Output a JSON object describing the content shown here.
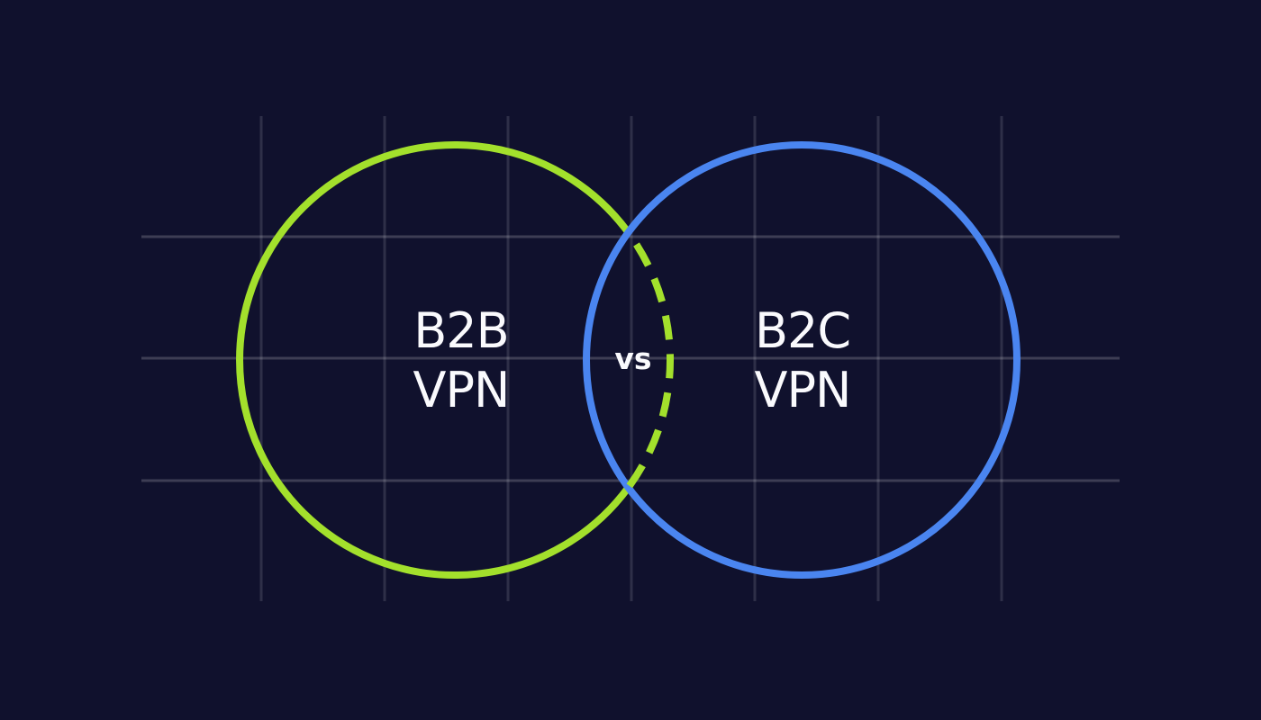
{
  "colors": {
    "background": "#10112D",
    "left_circle_stroke": "#A3E02C",
    "right_circle_stroke": "#4A85F0",
    "label_text": "#FAFAFD"
  },
  "venn": {
    "left": {
      "line1": "B2B",
      "line2": "VPN"
    },
    "right": {
      "line1": "B2C",
      "line2": "VPN"
    },
    "connector": "vs"
  }
}
